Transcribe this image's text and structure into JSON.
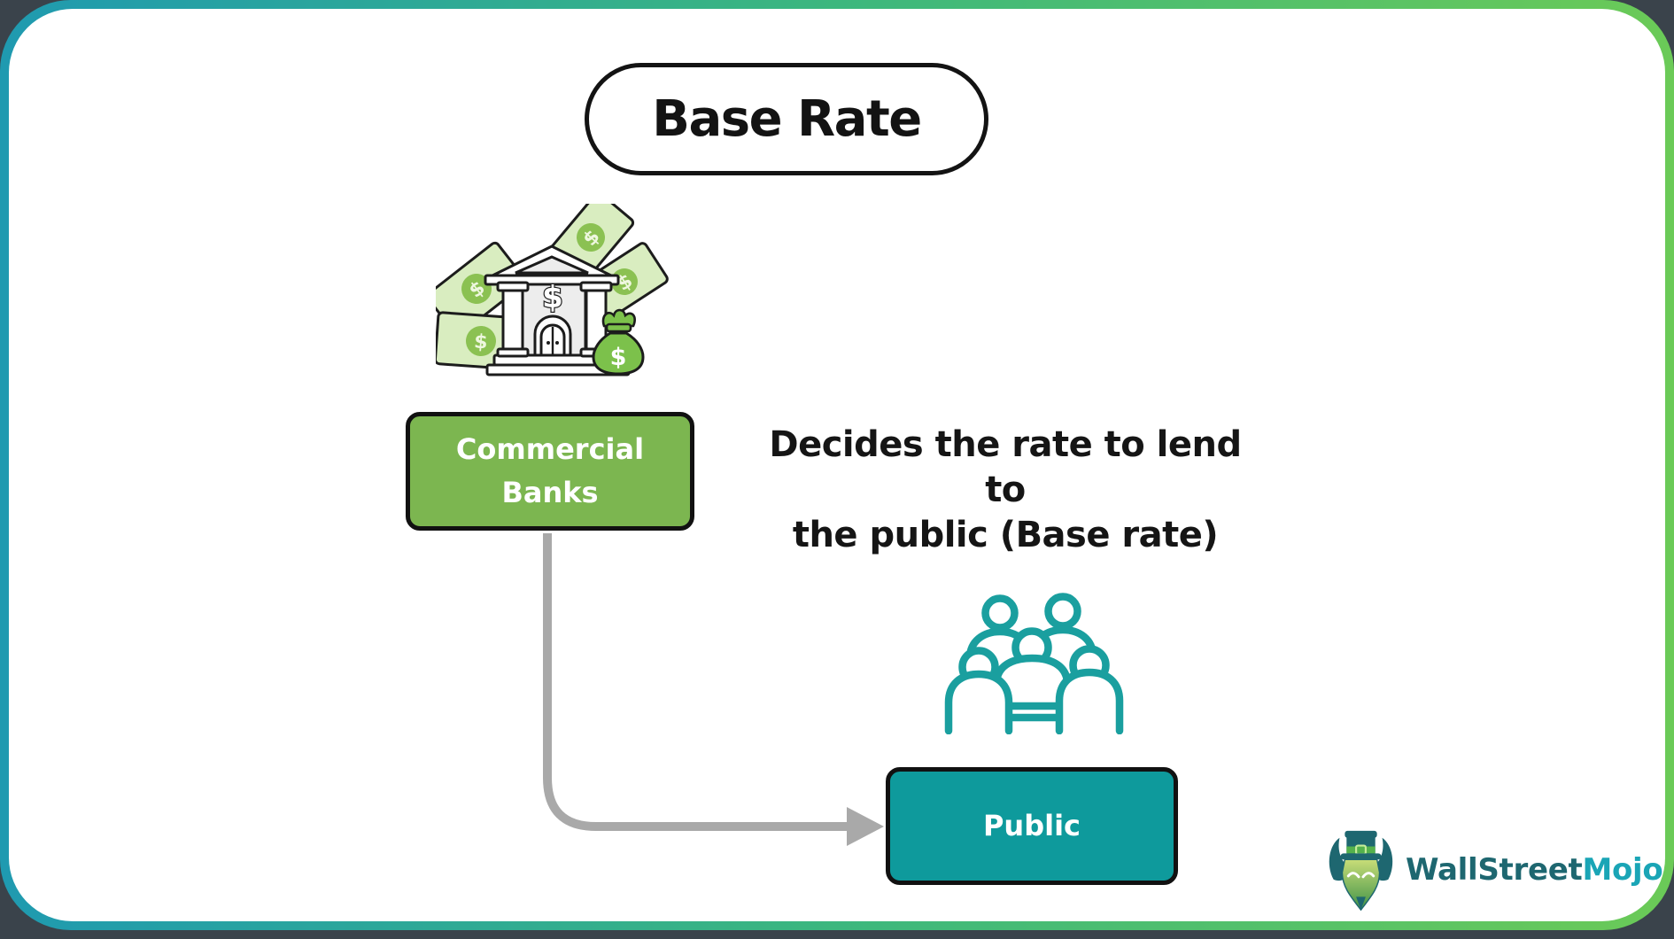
{
  "title": {
    "label": "Base Rate"
  },
  "flow": {
    "source_node": {
      "label": "Commercial Banks",
      "color": "#7cb650"
    },
    "target_node": {
      "label": "Public",
      "color": "#0e9a9c"
    },
    "relation": {
      "line1": "Decides the rate to lend to",
      "line2": "the public (Base rate)"
    },
    "arrow_color": "#a9a9a9"
  },
  "icons": {
    "dollar": "$",
    "bank": "bank-building-with-money",
    "people": "public-people-group",
    "people_color": "#1a9f9f",
    "money_light_green": "#d9edc0",
    "money_accent_green": "#8bc152",
    "money_bag_green": "#7cc14b"
  },
  "frame": {
    "gradient_left": "#1f9ab0",
    "gradient_middle": "#3cb77e",
    "gradient_right": "#6bca57",
    "corner_background": "#3a434b"
  },
  "logo": {
    "text_part1": "WallStreet",
    "text_part2": "Mojo",
    "part1_color": "#1e6770",
    "part2_color": "#1aa5b6"
  }
}
